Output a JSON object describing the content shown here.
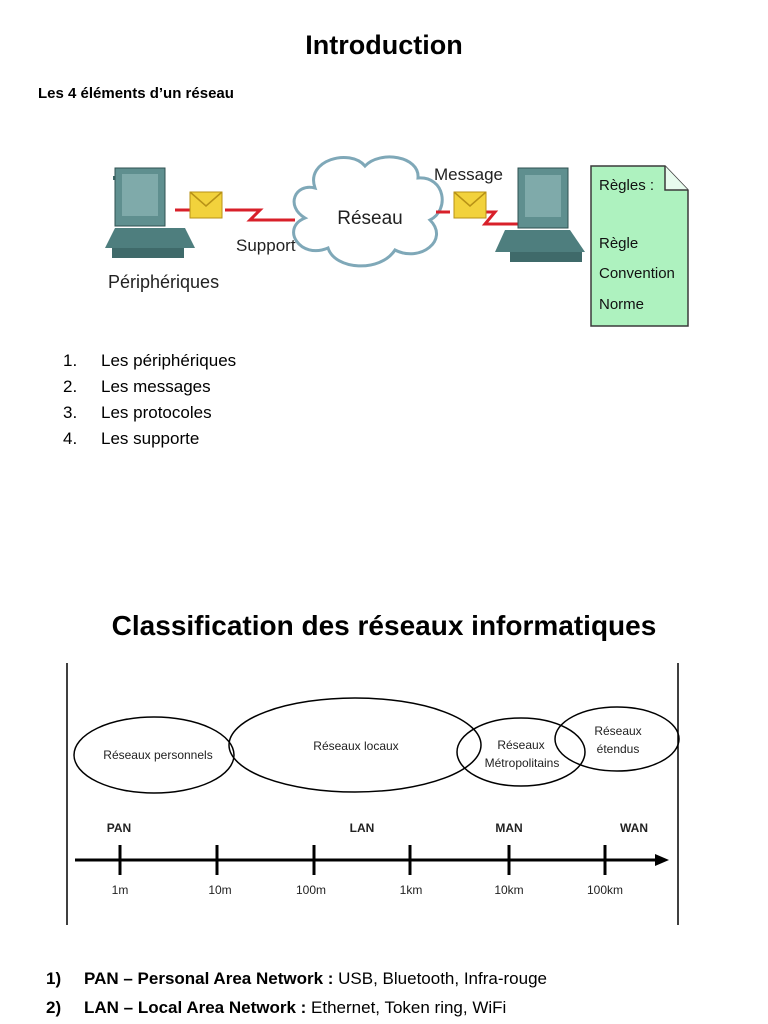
{
  "intro": {
    "title": "Introduction",
    "subtitle": "Les 4 éléments d’un réseau",
    "diagram": {
      "devices_label": "Périphériques",
      "support_label": "Support",
      "network_label": "Réseau",
      "message_label": "Message",
      "rules_title": "Règles :",
      "rules": [
        "Règle",
        "Convention",
        "Norme"
      ],
      "colors": {
        "computer": "#5f8f8f",
        "line": "#d8202a",
        "envelope": "#f2d23c",
        "rules_bg": "#aef2bf"
      }
    },
    "list": [
      {
        "num": "1.",
        "text": "Les périphériques"
      },
      {
        "num": "2.",
        "text": "Les messages"
      },
      {
        "num": "3.",
        "text": "Les protocoles"
      },
      {
        "num": "4.",
        "text": "Les supporte"
      }
    ]
  },
  "classification": {
    "title": "Classification des réseaux informatiques",
    "diagram": {
      "ellipses": {
        "personal": "Réseaux personnels",
        "local": "Réseaux locaux",
        "metro_line1": "Réseaux",
        "metro_line2": "Métropolitains",
        "wide_line1": "Réseaux",
        "wide_line2": "étendus"
      },
      "categories": [
        "PAN",
        "LAN",
        "MAN",
        "WAN"
      ],
      "scale": [
        "1m",
        "10m",
        "100m",
        "1km",
        "10km",
        "100km"
      ]
    },
    "networks": [
      {
        "num": "1)",
        "name": "PAN – Personal Area Network :",
        "desc": " USB, Bluetooth, Infra-rouge"
      },
      {
        "num": "2)",
        "name": "LAN – Local Area Network :",
        "desc": " Ethernet, Token ring, WiFi"
      }
    ]
  }
}
